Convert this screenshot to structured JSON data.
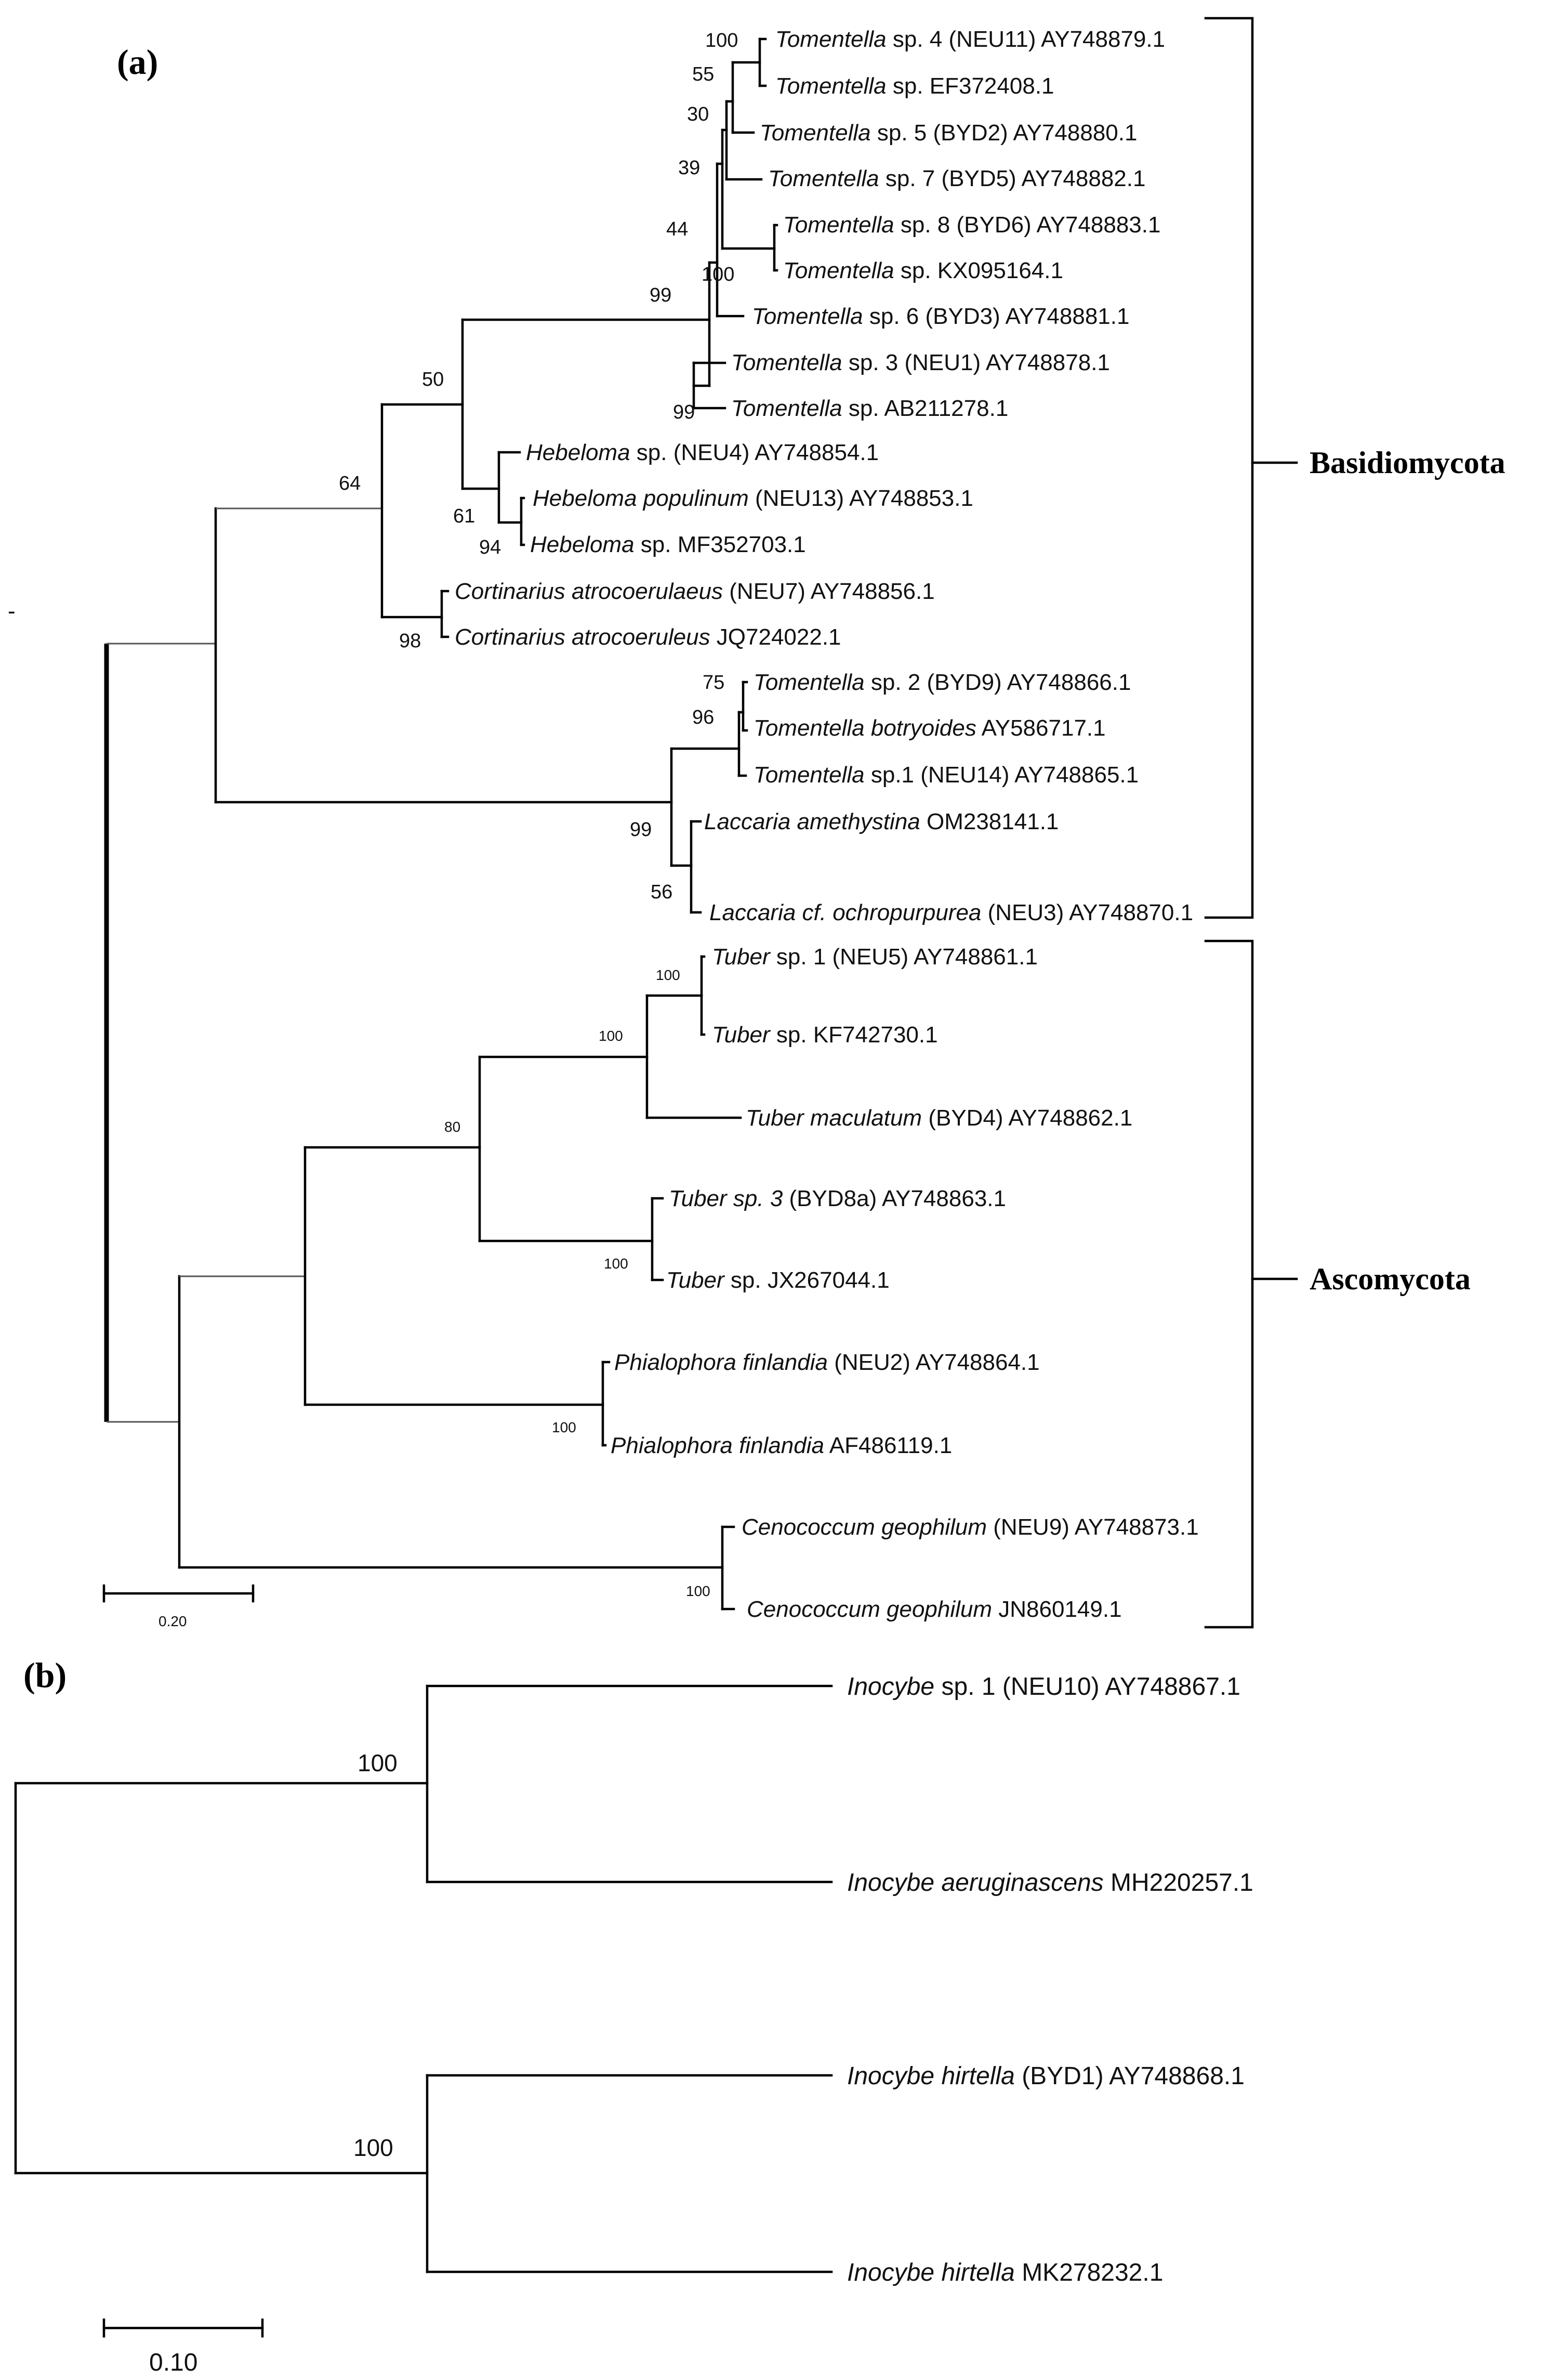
{
  "panels": {
    "a": "(a)",
    "b": "(b)"
  },
  "groups": {
    "basidiomycota": "Basidiomycota",
    "ascomycota": "Ascomycota"
  },
  "stray_mark": "-",
  "taxa_a": [
    {
      "genus": "Tomentella",
      "rest": " sp. 4 (NEU11) AY748879.1"
    },
    {
      "genus": "Tomentella",
      "rest": " sp. EF372408.1"
    },
    {
      "genus": "Tomentella",
      "rest": " sp. 5 (BYD2) AY748880.1"
    },
    {
      "genus": "Tomentella",
      "rest": " sp. 7 (BYD5) AY748882.1"
    },
    {
      "genus": "Tomentella",
      "rest": " sp. 8 (BYD6) AY748883.1"
    },
    {
      "genus": "Tomentella",
      "rest": " sp. KX095164.1"
    },
    {
      "genus": "Tomentella",
      "rest": " sp. 6 (BYD3) AY748881.1"
    },
    {
      "genus": "Tomentella",
      "rest": " sp. 3 (NEU1) AY748878.1"
    },
    {
      "genus": "Tomentella",
      "rest": " sp. AB211278.1"
    },
    {
      "genus": "Hebeloma",
      "rest": " sp. (NEU4) AY748854.1"
    },
    {
      "genus": "Hebeloma populinum",
      "rest": " (NEU13) AY748853.1"
    },
    {
      "genus": "Hebeloma",
      "rest": " sp. MF352703.1"
    },
    {
      "genus": "Cortinarius atrocoerulaeus",
      "rest": " (NEU7) AY748856.1"
    },
    {
      "genus": "Cortinarius atrocoeruleus",
      "rest": " JQ724022.1"
    },
    {
      "genus": "Tomentella",
      "rest": " sp. 2 (BYD9) AY748866.1"
    },
    {
      "genus": "Tomentella botryoides",
      "rest": " AY586717.1"
    },
    {
      "genus": "Tomentella",
      "rest": " sp.1 (NEU14) AY748865.1"
    },
    {
      "genus": "Laccaria amethystina",
      "rest": " OM238141.1"
    },
    {
      "genus": "Laccaria cf. ochropurpurea",
      "rest": " (NEU3) AY748870.1"
    },
    {
      "genus": "Tuber",
      "rest": " sp. 1 (NEU5) AY748861.1"
    },
    {
      "genus": "Tuber",
      "rest": " sp. KF742730.1"
    },
    {
      "genus": "Tuber maculatum",
      "rest": " (BYD4) AY748862.1"
    },
    {
      "genus": "Tuber sp. 3",
      "rest": " (BYD8a) AY748863.1"
    },
    {
      "genus": "Tuber",
      "rest": " sp. JX267044.1"
    },
    {
      "genus": "Phialophora finlandia",
      "rest": " (NEU2) AY748864.1"
    },
    {
      "genus": "Phialophora finlandia",
      "rest": " AF486119.1"
    },
    {
      "genus": "Cenococcum geophilum",
      "rest": " (NEU9) AY748873.1"
    },
    {
      "genus": "Cenococcum geophilum",
      "rest": " JN860149.1"
    }
  ],
  "bootstrap_a": [
    "100",
    "55",
    "30",
    "39",
    "44",
    "100",
    "99",
    "99",
    "50",
    "61",
    "94",
    "64",
    "98",
    "75",
    "96",
    "99",
    "56",
    "100",
    "100",
    "80",
    "100",
    "100",
    "100"
  ],
  "scale_a": "0.20",
  "taxa_b": [
    {
      "genus": "Inocybe",
      "rest": " sp. 1 (NEU10) AY748867.1"
    },
    {
      "genus": "Inocybe aeruginascens",
      "rest": " MH220257.1"
    },
    {
      "genus": "Inocybe hirtella",
      "rest": " (BYD1) AY748868.1"
    },
    {
      "genus": "Inocybe hirtella",
      "rest": " MK278232.1"
    }
  ],
  "bootstrap_b": [
    "100",
    "100"
  ],
  "scale_b": "0.10"
}
